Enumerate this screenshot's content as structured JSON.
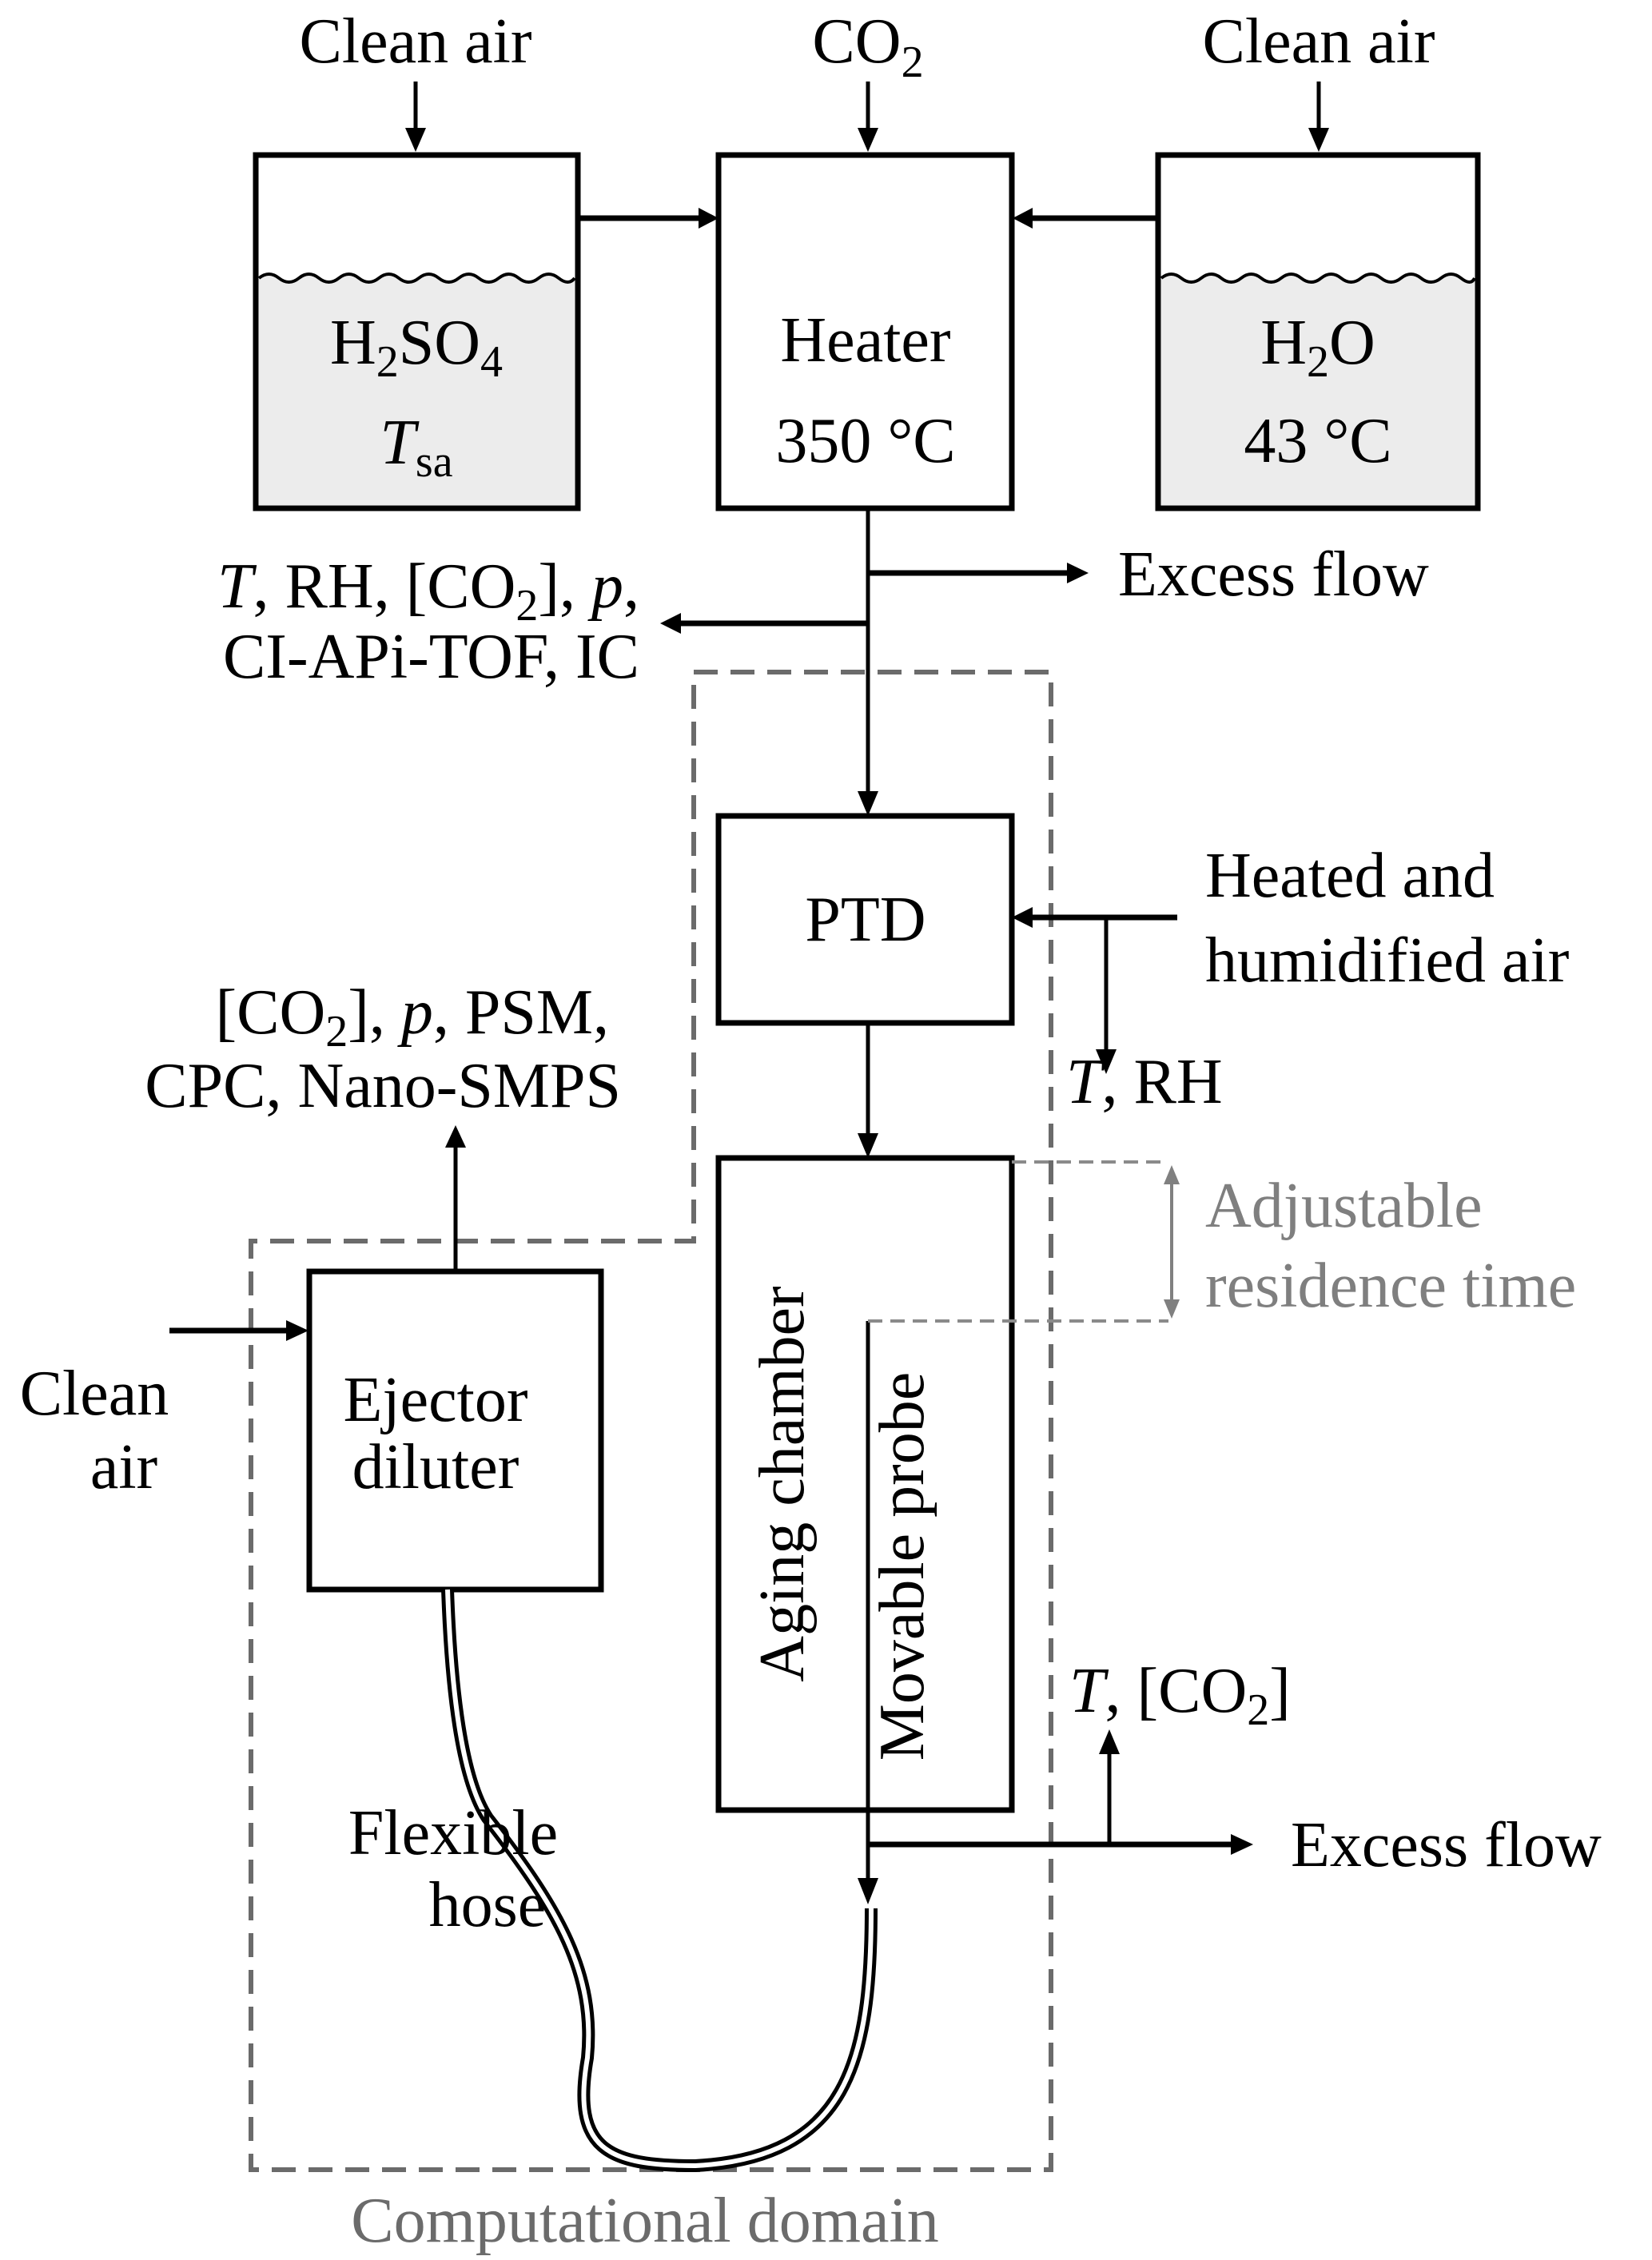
{
  "title": "Experimental setup schematic with computational domain",
  "inputs": {
    "clean_air_left": "Clean air",
    "co2": "CO",
    "co2_sub": "2",
    "clean_air_right": "Clean air",
    "clean_air_ejector_line1": "Clean",
    "clean_air_ejector_line2": "air",
    "heated_air_line1": "Heated and",
    "heated_air_line2": "humidified air"
  },
  "components": {
    "sulfuric_acid": {
      "formula_a": "H",
      "formula_sub1": "2",
      "formula_b": "SO",
      "formula_sub2": "4",
      "temp_symbol": "T",
      "temp_sub": "sa"
    },
    "heater": {
      "label": "Heater",
      "temp": "350 °C"
    },
    "water": {
      "formula_a": "H",
      "formula_sub": "2",
      "formula_b": "O",
      "temp": "43 °C"
    },
    "ptd": {
      "label": "PTD"
    },
    "aging_chamber": {
      "label": "Aging chamber"
    },
    "movable_probe": {
      "label": "Movable probe"
    },
    "ejector_diluter": {
      "line1": "Ejector",
      "line2": "diluter"
    },
    "flexible_hose": {
      "line1": "Flexible",
      "line2": "hose"
    }
  },
  "outputs": {
    "excess_flow_top": "Excess flow",
    "excess_flow_bottom": "Excess flow",
    "measurements_top": {
      "t": "T",
      "rest1a": ", RH, [CO",
      "sub": "2",
      "rest1b": "], ",
      "p": "p",
      "rest1c": ",",
      "line2": "CI-APi-TOF, IC"
    },
    "measurements_ptd": {
      "t": "T",
      "rest": ", RH"
    },
    "measurements_ejector": {
      "line1a": "[CO",
      "sub": "2",
      "line1b": "], ",
      "p": "p",
      "line1c": ", PSM,",
      "line2": "CPC, Nano-SMPS"
    },
    "measurements_chamber": {
      "t": "T",
      "rest": ", [CO",
      "sub": "2",
      "end": "]"
    }
  },
  "annotations": {
    "residence_line1": "Adjustable",
    "residence_line2": "residence time",
    "domain_label": "Computational domain"
  },
  "colors": {
    "line": "#000000",
    "liquid_fill": "#ececec",
    "domain_dash": "#6b6b6b",
    "annotation_grey": "#808080"
  }
}
